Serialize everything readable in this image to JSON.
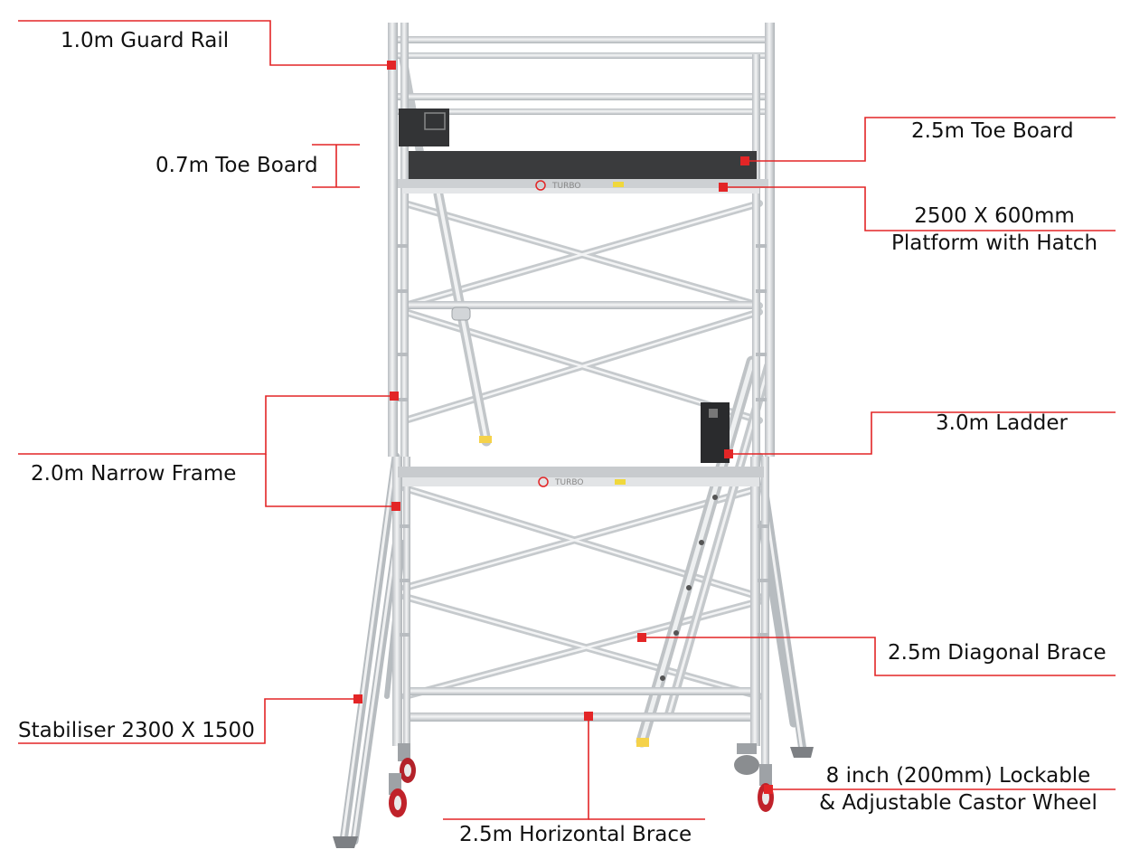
{
  "colors": {
    "callout": "#e32526",
    "frame": "#d8dcdf",
    "frame_edge": "#a9aeb2",
    "board": "#3b3c3e",
    "plate": "#2b2c2e",
    "wheel": "#c0222a",
    "foot": "#6b6d70"
  },
  "brand": {
    "text": "TURBO"
  },
  "labels": {
    "guard_rail": "1.0m Guard Rail",
    "toe_board_short": "0.7m Toe Board",
    "toe_board_long": "2.5m Toe Board",
    "platform_line1": "2500 X 600mm",
    "platform_line2": "Platform with Hatch",
    "ladder": "3.0m Ladder",
    "narrow_frame": "2.0m Narrow Frame",
    "diagonal_brace": "2.5m Diagonal Brace",
    "stabiliser": "Stabiliser 2300 X 1500",
    "castor_line1": "8 inch (200mm) Lockable",
    "castor_line2": "& Adjustable Castor Wheel",
    "horizontal_brace": "2.5m Horizontal Brace"
  }
}
